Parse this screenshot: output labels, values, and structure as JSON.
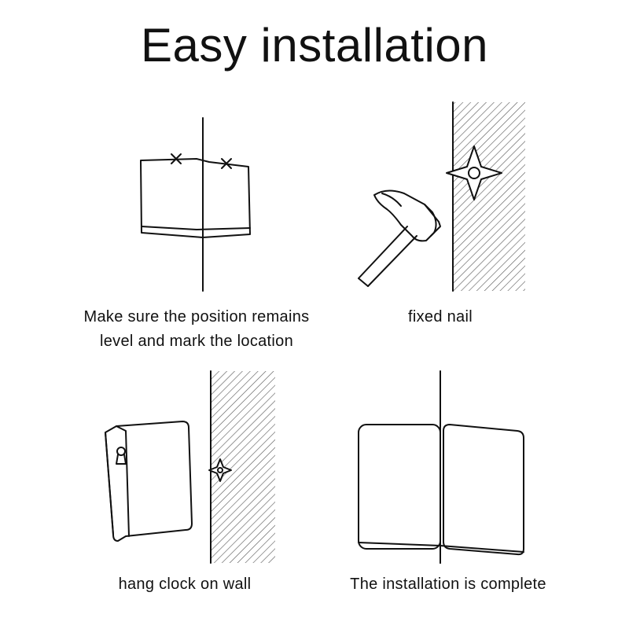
{
  "title": "Easy installation",
  "steps": [
    {
      "caption_line1": "Make sure the position remains",
      "caption_line2": "level and mark the location",
      "icon": "level-mark-icon"
    },
    {
      "caption_line1": "fixed nail",
      "icon": "hammer-nail-icon"
    },
    {
      "caption_line1": "hang clock on wall",
      "icon": "hang-clock-icon"
    },
    {
      "caption_line1": "The installation is complete",
      "icon": "installed-clock-icon"
    }
  ],
  "colors": {
    "line": "#111111",
    "hatch": "#555555",
    "background": "#ffffff"
  }
}
